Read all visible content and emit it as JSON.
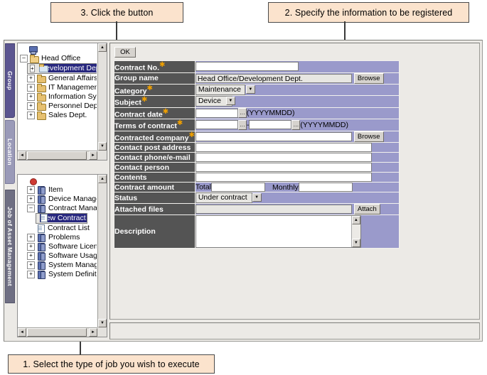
{
  "callouts": [
    {
      "id": "step3",
      "text": "3. Click the button"
    },
    {
      "id": "step2",
      "text": "2. Specify the information to be registered"
    },
    {
      "id": "step1",
      "text": "1. Select the type of job you wish to execute"
    }
  ],
  "rail_tabs": [
    {
      "key": "group",
      "label": "Group"
    },
    {
      "key": "location",
      "label": "Location"
    },
    {
      "key": "job",
      "label": "Job of Asset Management"
    }
  ],
  "tree_group": {
    "root": {
      "label": "Head Office",
      "icon": "folder-open-icon",
      "expander": "minus"
    },
    "items": [
      {
        "label": "Development Dept.",
        "icon": "folder-icon",
        "expander": "plus",
        "selected": true
      },
      {
        "label": "General Affairs Dep",
        "icon": "folder-icon",
        "expander": "plus",
        "selected": false
      },
      {
        "label": "IT Management Dep",
        "icon": "folder-icon",
        "expander": "plus",
        "selected": false
      },
      {
        "label": "Information System",
        "icon": "folder-icon",
        "expander": "plus",
        "selected": false
      },
      {
        "label": "Personnel Dept.",
        "icon": "folder-icon",
        "expander": "plus",
        "selected": false
      },
      {
        "label": "Sales Dept.",
        "icon": "folder-icon",
        "expander": "plus",
        "selected": false
      }
    ]
  },
  "tree_job": {
    "items": [
      {
        "label": "Item",
        "icon": "module-icon",
        "expander": "plus",
        "level": 1,
        "selected": false
      },
      {
        "label": "Device Management",
        "icon": "module-icon",
        "expander": "plus",
        "level": 1,
        "selected": false
      },
      {
        "label": "Contract Management",
        "icon": "module-icon",
        "expander": "minus",
        "level": 1,
        "selected": false
      },
      {
        "label": "New Contract",
        "icon": "page-icon",
        "expander": "none",
        "level": 2,
        "selected": true
      },
      {
        "label": "Contract List",
        "icon": "page-icon",
        "expander": "none",
        "level": 2,
        "selected": false
      },
      {
        "label": "Problems",
        "icon": "module-icon",
        "expander": "plus",
        "level": 1,
        "selected": false
      },
      {
        "label": "Software License",
        "icon": "module-icon",
        "expander": "plus",
        "level": 1,
        "selected": false
      },
      {
        "label": "Software Usage Manag",
        "icon": "module-icon",
        "expander": "plus",
        "level": 1,
        "selected": false
      },
      {
        "label": "System Management",
        "icon": "module-icon",
        "expander": "plus",
        "level": 1,
        "selected": false
      },
      {
        "label": "System Definition",
        "icon": "module-icon",
        "expander": "plus",
        "level": 1,
        "selected": false
      }
    ]
  },
  "toolbar": {
    "ok_label": "OK"
  },
  "form": {
    "rows": [
      {
        "key": "contract_no",
        "label": "Contract No.",
        "required": true,
        "type": "text",
        "value": ""
      },
      {
        "key": "group_name",
        "label": "Group name",
        "required": false,
        "type": "text_browse",
        "value": "Head Office/Development Dept.",
        "button": "Browse",
        "readonly": true
      },
      {
        "key": "category",
        "label": "Category",
        "required": true,
        "type": "select",
        "value": "Maintenance"
      },
      {
        "key": "subject",
        "label": "Subject",
        "required": true,
        "type": "select",
        "value": "Device"
      },
      {
        "key": "contract_date",
        "label": "Contract date",
        "required": true,
        "type": "date",
        "value": "",
        "format": "(YYYYMMDD)"
      },
      {
        "key": "terms_of_contract",
        "label": "Terms of contract",
        "required": true,
        "type": "date_range",
        "value_from": "",
        "value_to": "",
        "separator": "-",
        "format": "(YYYYMMDD)"
      },
      {
        "key": "contracted_company",
        "label": "Contracted company",
        "required": true,
        "type": "text_browse",
        "value": "",
        "button": "Browse",
        "readonly": false
      },
      {
        "key": "contact_post_address",
        "label": "Contact post address",
        "required": false,
        "type": "text",
        "value": ""
      },
      {
        "key": "contact_phone_email",
        "label": "Contact phone/e-mail",
        "required": false,
        "type": "text",
        "value": ""
      },
      {
        "key": "contact_person",
        "label": "Contact person",
        "required": false,
        "type": "text",
        "value": ""
      },
      {
        "key": "contents",
        "label": "Contents",
        "required": false,
        "type": "text",
        "value": ""
      },
      {
        "key": "contract_amount",
        "label": "Contract amount",
        "required": false,
        "type": "amount",
        "total_label": "Total",
        "total_value": "",
        "monthly_label": "Monthly",
        "monthly_value": ""
      },
      {
        "key": "status",
        "label": "Status",
        "required": false,
        "type": "select",
        "value": "Under contract"
      },
      {
        "key": "attached_files",
        "label": "Attached files",
        "required": false,
        "type": "text_browse",
        "value": "",
        "button": "Attach",
        "readonly": true
      },
      {
        "key": "description",
        "label": "Description",
        "required": false,
        "type": "textarea",
        "value": ""
      }
    ]
  }
}
